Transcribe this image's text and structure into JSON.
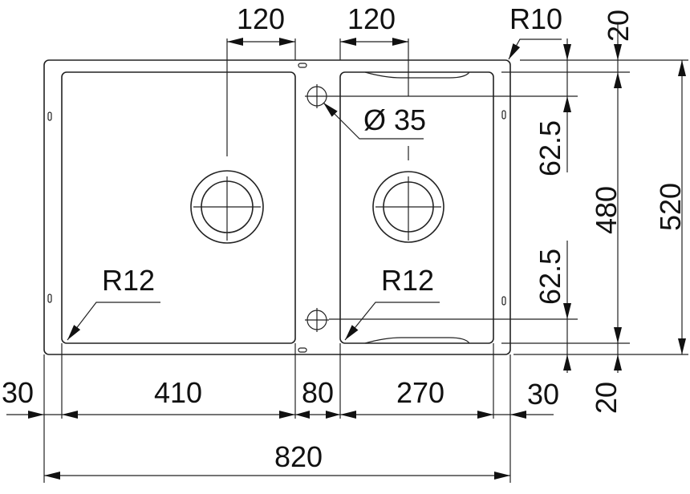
{
  "title": "Double bowl sink dimension drawing",
  "dimensions": {
    "left_drain_offset": "120",
    "right_drain_offset": "120",
    "corner_radius_outer": "R10",
    "tap_hole_diameter": "Ø 35",
    "corner_radius_left_bowl": "R12",
    "corner_radius_right_bowl": "R12",
    "top_rim": "20",
    "tap_hole_offset_top": "62.5",
    "bowl_depth": "480",
    "overall_depth": "520",
    "tap_hole_offset_bottom": "62.5",
    "bottom_rim": "20",
    "left_rim": "30",
    "left_bowl_width": "410",
    "divider_width": "80",
    "right_bowl_width": "270",
    "right_rim": "30",
    "overall_width": "820"
  }
}
